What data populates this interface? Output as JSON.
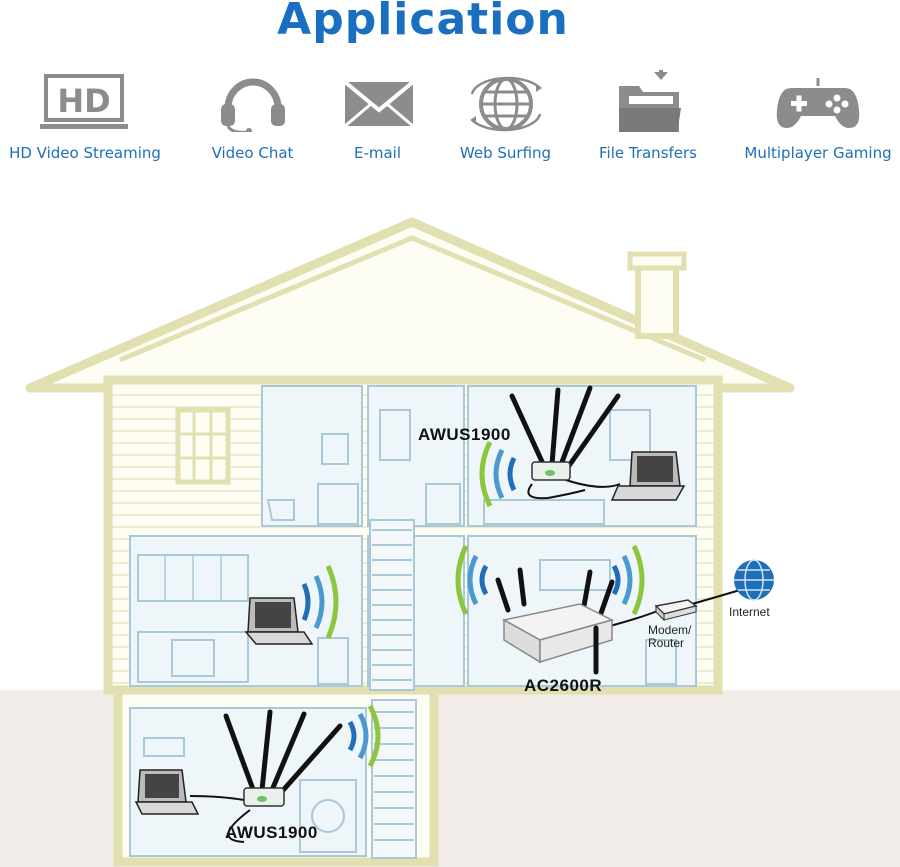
{
  "header": {
    "title": "Application"
  },
  "applications": [
    {
      "label": "HD Video Streaming",
      "icon": "hd-display-icon"
    },
    {
      "label": "Video Chat",
      "icon": "headset-icon"
    },
    {
      "label": "E-mail",
      "icon": "envelope-icon"
    },
    {
      "label": "Web Surfing",
      "icon": "globe-icon"
    },
    {
      "label": "File Transfers",
      "icon": "folder-download-icon"
    },
    {
      "label": "Multiplayer Gaming",
      "icon": "gamepad-icon"
    }
  ],
  "hd_badge": "HD",
  "diagram": {
    "adapter_top_label": "AWUS1900",
    "adapter_bottom_label": "AWUS1900",
    "router_label": "AC2600R",
    "modem_label": "Modem/ Router",
    "internet_label": "Internet"
  },
  "colors": {
    "accent": "#1a6fc0",
    "house_outline": "#e8e6b8",
    "room_fill": "#eef6fa",
    "wifi_blue": "#1f6fb8",
    "wifi_green": "#8cc63f",
    "icon_gray": "#8c8c8c"
  }
}
